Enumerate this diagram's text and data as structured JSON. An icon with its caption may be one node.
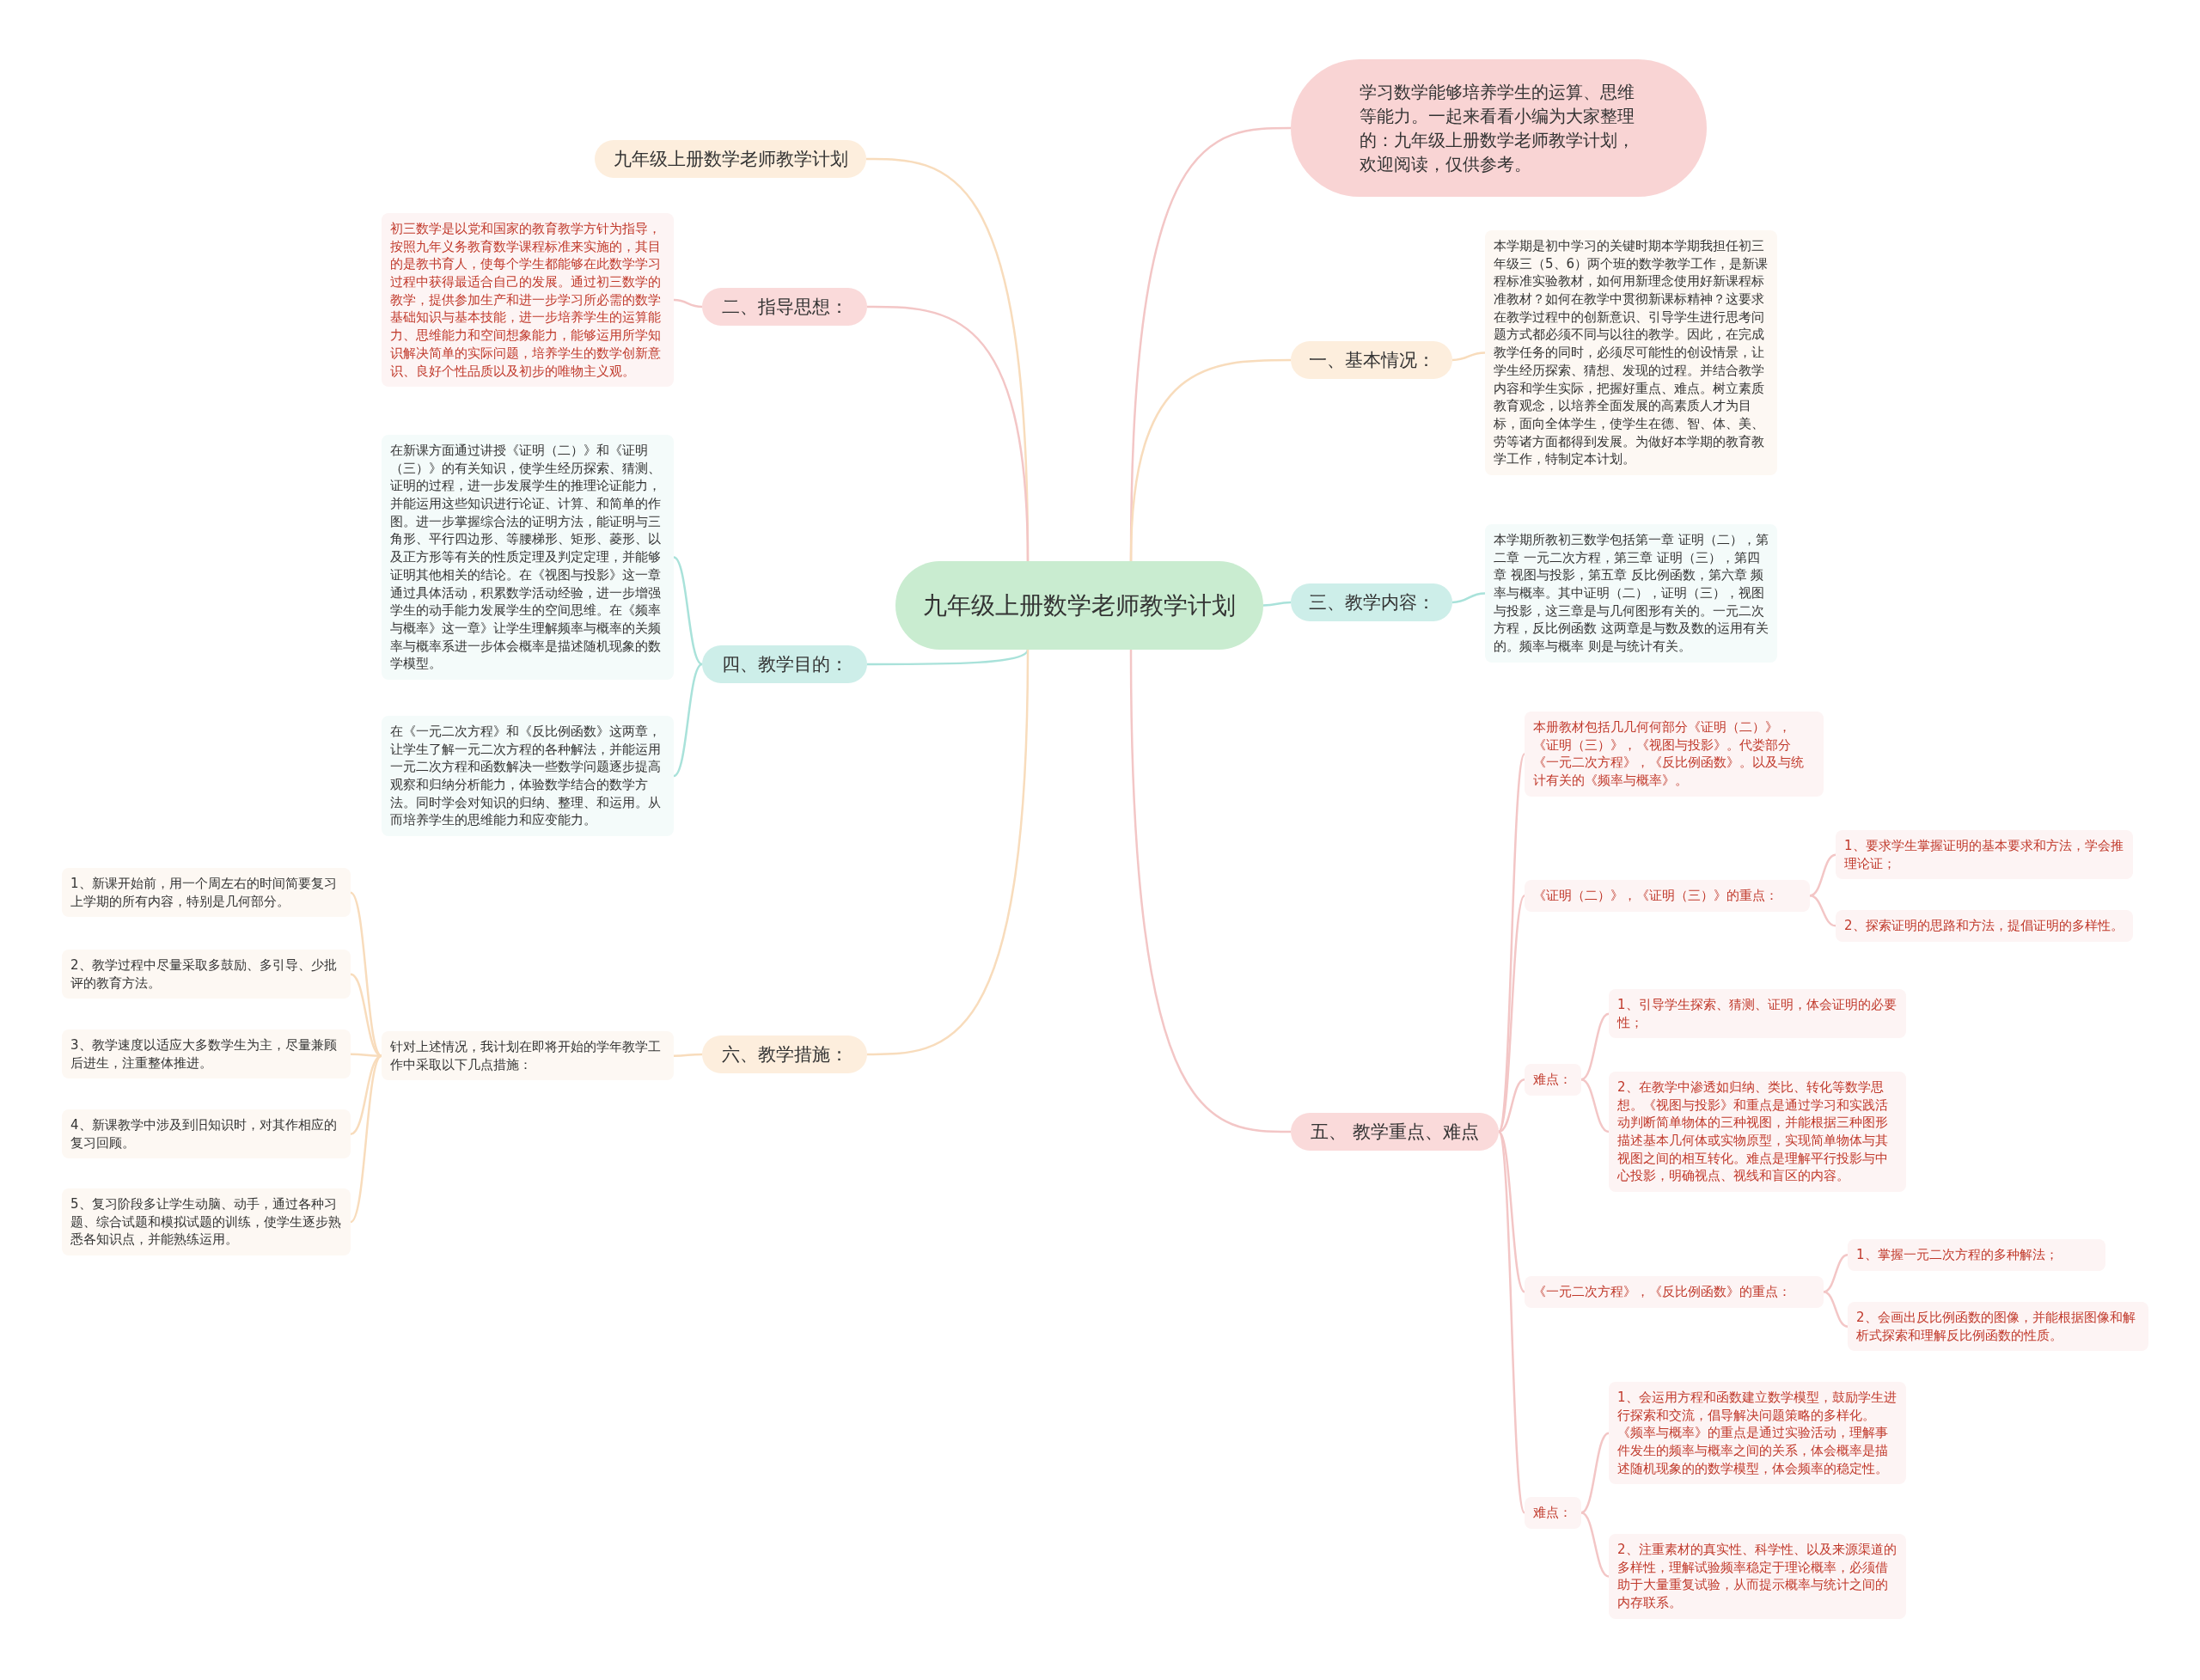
{
  "diagram": {
    "nodes": [
      {
        "text": [
          "九年级上册数学老师教学计划"
        ]
      },
      {
        "text": [
          "学习数学能够培养学生的运算、思维等能力。一起来看看小编为大家整理的：九年级上册数学老师教学计划，欢迎阅读，仅供参考。"
        ]
      },
      {
        "text": [
          "九年级上册数学老师教学计划"
        ]
      },
      {
        "text": [
          "二、指导思想："
        ]
      },
      {
        "text": [
          "初三数学是以党和国家的教育教学方针为指导，按照九年义务教育数学课程标准来实施的，其目的是教书育人，使每个学生都能够在此数学学习过程中获得最适合自己的发展。通过初三数学的教学，提供参加生产和进一步学习所必需的数学基础知识与基本技能，进一步培养学生的运算能力、思维能力和空间想象能力，能够运用所学知识解决简单的实际问题，培养学生的数学创新意识、良好个性品质以及初步的唯物主义观。"
        ]
      },
      {
        "text": [
          "四、教学目的："
        ]
      },
      {
        "text": [
          "在新课方面通过讲授《证明（二）》和《证明（三）》的有关知识，使学生经历探索、猜测、证明的过程，进一步发展学生的推理论证能力，并能运用这些知识进行论证、计算、和简单的作图。进一步掌握综合法的证明方法，能证明与三角形、平行四边形、等腰梯形、矩形、菱形、以及正方形等有关的性质定理及判定定理，并能够证明其他相关的结论。在《视图与投影》这一章通过具体活动，积累数学活动经验，进一步增强学生的动手能力发展学生的空间思维。在《频率与概率》这一章》让学生理解频率与概率的关频率与概率系进一步体会概率是描述随机现象的数学模型。"
        ]
      },
      {
        "text": [
          "在《一元二次方程》和《反比例函数》这两章，让学生了解一元二次方程的各种解法，并能运用一元二次方程和函数解决一些数学问题逐步提高观察和归纳分析能力，体验数学结合的数学方法。同时学会对知识的归纳、整理、和运用。从而培养学生的思维能力和应变能力。"
        ]
      },
      {
        "text": [
          "六、教学措施："
        ]
      },
      {
        "text": [
          "针对上述情况，我计划在即将开始的学年教学工作中采取以下几点措施："
        ]
      },
      {
        "text": [
          "1、新课开始前，用一个周左右的时间简要复习上学期的所有内容，特别是几何部分。"
        ]
      },
      {
        "text": [
          "2、教学过程中尽量采取多鼓励、多引导、少批评的教育方法。"
        ]
      },
      {
        "text": [
          "3、教学速度以适应大多数学生为主，尽量兼顾后进生，注重整体推进。"
        ]
      },
      {
        "text": [
          "4、新课教学中涉及到旧知识时，对其作相应的复习回顾。"
        ]
      },
      {
        "text": [
          "5、复习阶段多让学生动脑、动手，通过各种习题、综合试题和模拟试题的训练，使学生逐步熟悉各知识点，并能熟练运用。"
        ]
      },
      {
        "text": [
          "一、基本情况："
        ]
      },
      {
        "text": [
          "本学期是初中学习的关键时期本学期我担任初三年级三（5、6）两个班的数学教学工作，是新课程标准实验教材，如何用新理念使用好新课程标准教材？如何在教学中贯彻新课标精神？这要求在教学过程中的创新意识、引导学生进行思考问题方式都必须不同与以往的教学。因此，在完成教学任务的同时，必须尽可能性的创设情景，让学生经历探索、猜想、发现的过程。并结合教学内容和学生实际，把握好重点、难点。树立素质教育观念，以培养全面发展的高素质人才为目标，面向全体学生，使学生在德、智、体、美、劳等诸方面都得到发展。为做好本学期的教育教学工作，特制定本计划。"
        ]
      },
      {
        "text": [
          "三、教学内容："
        ]
      },
      {
        "text": [
          "本学期所教初三数学包括第一章 证明（二），第二章 一元二次方程，第三章 证明（三），第四章 视图与投影，第五章 反比例函数，第六章 频率与概率。其中证明（二），证明（三），视图与投影，这三章是与几何图形有关的。一元二次方程，反比例函数 这两章是与数及数的运用有关的。频率与概率 则是与统计有关。"
        ]
      },
      {
        "text": [
          "五、 教学重点、难点"
        ]
      },
      {
        "text": [
          "本册教材包括几几何何部分《证明（二）》，《证明（三）》，《视图与投影》。代娄部分《一元二次方程》，《反比例函数》。以及与统计有关的《频率与概率》。"
        ]
      },
      {
        "text": [
          "《证明（二）》，《证明（三）》的重点："
        ]
      },
      {
        "text": [
          "1、要求学生掌握证明的基本要求和方法，学会推理论证；"
        ]
      },
      {
        "text": [
          "2、探索证明的思路和方法，提倡证明的多样性。"
        ]
      },
      {
        "text": [
          "难点："
        ]
      },
      {
        "text": [
          "1、引导学生探索、猜测、证明，体会证明的必要性；"
        ]
      },
      {
        "text": [
          "2、在教学中渗透如归纳、类比、转化等数学思想。《视图与投影》和重点是通过学习和实践活动判断简单物体的三种视图，并能根据三种图形描述基本几何体或实物原型，实现简单物体与其视图之间的相互转化。难点是理解平行投影与中心投影，明确视点、视线和盲区的内容。"
        ]
      },
      {
        "text": [
          "《一元二次方程》，《反比例函数》的重点："
        ]
      },
      {
        "text": [
          "1、掌握一元二次方程的多种解法；"
        ]
      },
      {
        "text": [
          "2、会画出反比例函数的图像，并能根据图像和解析式探索和理解反比例函数的性质。"
        ]
      },
      {
        "text": [
          "难点："
        ]
      },
      {
        "text": [
          "1、会运用方程和函数建立数学模型，鼓励学生进行探索和交流，倡导解决问题策略的多样化。《频率与概率》的重点是通过实验活动，理解事件发生的频率与概率之间的关系，体会概率是描述随机现象的的数学模型，体会频率的稳定性。"
        ]
      },
      {
        "text": [
          "2、注重素材的真实性、科学性、以及来源渠道的多样性，理解试验频率稳定于理论概率，必须借助于大量重复试验，从而提示概率与统计之间的内存联系。"
        ]
      }
    ],
    "edges": [
      {
        "from": 0,
        "to": 1,
        "arrow": "none"
      },
      {
        "from": 0,
        "to": 2,
        "arrow": "none",
        "color": "#f8dcbc"
      },
      {
        "from": 0,
        "to": 3,
        "arrow": "none"
      },
      {
        "from": 3,
        "to": 4,
        "arrow": "none"
      },
      {
        "from": 0,
        "to": 5,
        "arrow": "none",
        "color": "#a9e2da"
      },
      {
        "from": 5,
        "to": 6,
        "arrow": "none",
        "color": "#a9e2da"
      },
      {
        "from": 5,
        "to": 7,
        "arrow": "none",
        "color": "#a9e2da"
      },
      {
        "from": 0,
        "to": 8,
        "arrow": "none",
        "color": "#f8dcbc"
      },
      {
        "from": 8,
        "to": 9,
        "arrow": "none",
        "color": "#f8dcbc"
      },
      {
        "from": 9,
        "to": 10,
        "arrow": "none",
        "color": "#f8dcbc"
      },
      {
        "from": 9,
        "to": 11,
        "arrow": "none",
        "color": "#f8dcbc"
      },
      {
        "from": 9,
        "to": 12,
        "arrow": "none",
        "color": "#f8dcbc"
      },
      {
        "from": 9,
        "to": 13,
        "arrow": "none",
        "color": "#f8dcbc"
      },
      {
        "from": 9,
        "to": 14,
        "arrow": "none",
        "color": "#f8dcbc"
      },
      {
        "from": 0,
        "to": 15,
        "arrow": "none",
        "color": "#f8dcbc"
      },
      {
        "from": 15,
        "to": 16,
        "arrow": "none",
        "color": "#f8dcbc"
      },
      {
        "from": 0,
        "to": 17,
        "arrow": "none",
        "color": "#a9e2da"
      },
      {
        "from": 17,
        "to": 18,
        "arrow": "none",
        "color": "#a9e2da"
      },
      {
        "from": 0,
        "to": 19,
        "arrow": "none"
      },
      {
        "from": 19,
        "to": 20,
        "arrow": "none"
      },
      {
        "from": 19,
        "to": 21,
        "arrow": "none"
      },
      {
        "from": 21,
        "to": 22,
        "arrow": "none"
      },
      {
        "from": 21,
        "to": 23,
        "arrow": "none"
      },
      {
        "from": 19,
        "to": 24,
        "arrow": "none"
      },
      {
        "from": 24,
        "to": 25,
        "arrow": "none"
      },
      {
        "from": 24,
        "to": 26,
        "arrow": "none"
      },
      {
        "from": 19,
        "to": 27,
        "arrow": "none"
      },
      {
        "from": 27,
        "to": 28,
        "arrow": "none"
      },
      {
        "from": 27,
        "to": 29,
        "arrow": "none"
      },
      {
        "from": 19,
        "to": 30,
        "arrow": "none"
      },
      {
        "from": 30,
        "to": 31,
        "arrow": "none"
      },
      {
        "from": 30,
        "to": 32,
        "arrow": "none"
      }
    ]
  }
}
